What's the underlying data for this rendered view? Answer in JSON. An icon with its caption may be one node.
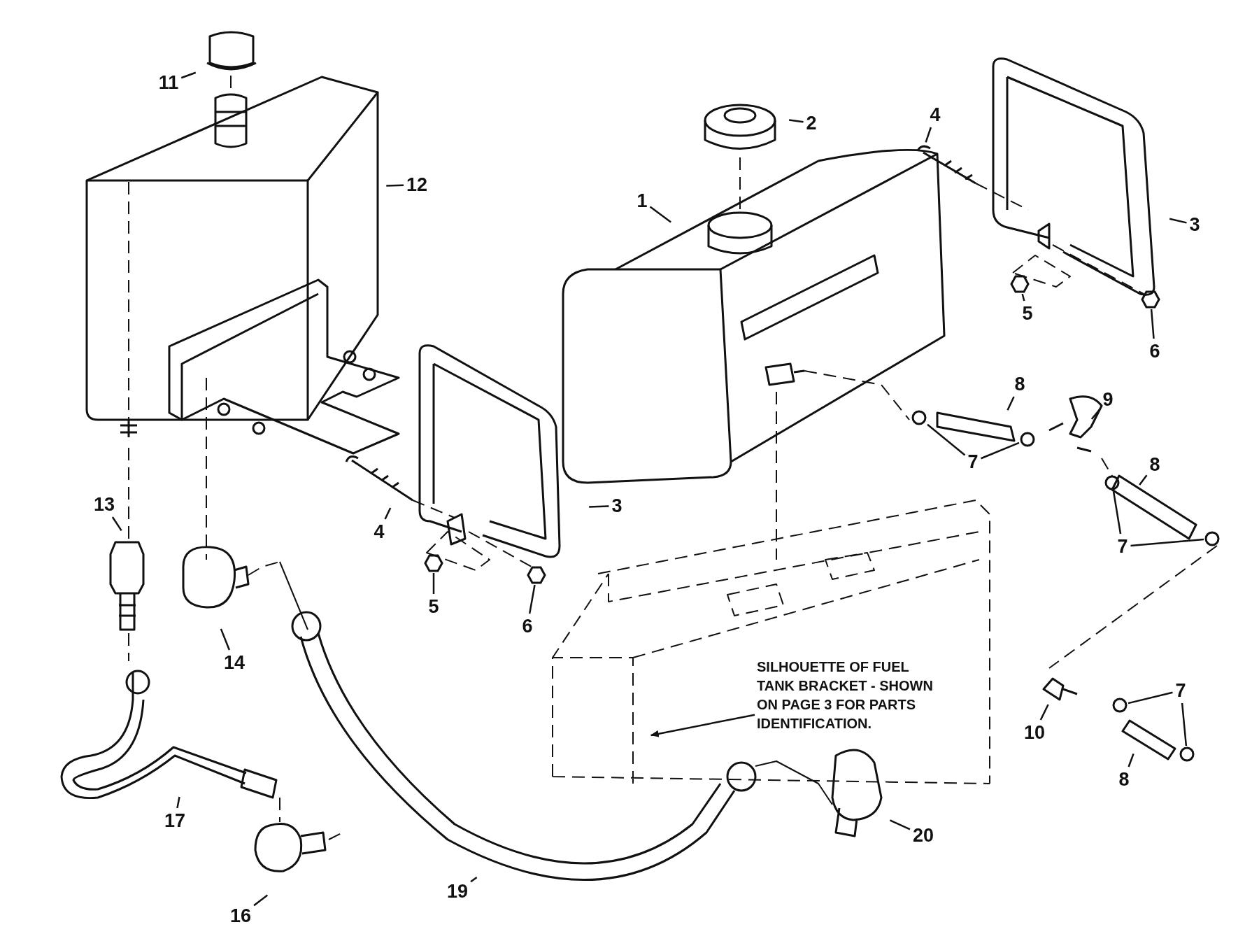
{
  "diagram": {
    "nodes": [
      {
        "text": [
          "11"
        ]
      },
      {
        "text": [
          "2"
        ]
      },
      {
        "text": [
          "4"
        ]
      },
      {
        "text": [
          "12"
        ]
      },
      {
        "text": [
          "1"
        ]
      },
      {
        "text": [
          "3"
        ]
      },
      {
        "text": [
          "5"
        ]
      },
      {
        "text": [
          "6"
        ]
      },
      {
        "text": [
          "8"
        ]
      },
      {
        "text": [
          "9"
        ]
      },
      {
        "text": [
          "7"
        ]
      },
      {
        "text": [
          "8"
        ]
      },
      {
        "text": [
          "7"
        ]
      },
      {
        "text": [
          "13"
        ]
      },
      {
        "text": [
          "4"
        ]
      },
      {
        "text": [
          "3"
        ]
      },
      {
        "text": [
          "5"
        ]
      },
      {
        "text": [
          "14"
        ]
      },
      {
        "text": [
          "6"
        ]
      },
      {
        "text": [
          "SILHOUETTE OF FUEL TANK BRACKET - SHOWN ON PAGE 3 FOR PARTS IDENTIFICATION."
        ]
      },
      {
        "text": [
          "10"
        ]
      },
      {
        "text": [
          "7"
        ]
      },
      {
        "text": [
          "8"
        ]
      },
      {
        "text": [
          "17"
        ]
      },
      {
        "text": [
          "20"
        ]
      },
      {
        "text": [
          "16"
        ]
      },
      {
        "text": [
          "19"
        ]
      },
      {
        "text": [],
        "shape": "hexagon"
      },
      {
        "text": [],
        "shape": "hexagon"
      },
      {
        "text": [],
        "shape": "circle"
      },
      {
        "text": [],
        "shape": "circle"
      },
      {
        "text": [],
        "shape": "circle"
      },
      {
        "text": [],
        "shape": "circle"
      },
      {
        "text": [],
        "shape": "hexagon"
      },
      {
        "text": [],
        "shape": "hexagon"
      },
      {
        "text": [],
        "shape": "circle"
      },
      {
        "text": [],
        "shape": "circle"
      }
    ],
    "edges": [
      {
        "from": 0,
        "to": null,
        "arrow": "none"
      },
      {
        "from": 1,
        "to": null,
        "arrow": "none"
      },
      {
        "from": 2,
        "to": null,
        "arrow": "none"
      },
      {
        "from": 3,
        "to": null,
        "arrow": "none"
      },
      {
        "from": 4,
        "to": null,
        "arrow": "none"
      },
      {
        "from": 5,
        "to": null,
        "arrow": "none"
      },
      {
        "from": 6,
        "to": 27,
        "arrow": "none"
      },
      {
        "from": 7,
        "to": 28,
        "arrow": "none"
      },
      {
        "from": 8,
        "to": null,
        "arrow": "none"
      },
      {
        "from": 9,
        "to": null,
        "arrow": "none"
      },
      {
        "from": 10,
        "to": 29,
        "arrow": "none"
      },
      {
        "from": 10,
        "to": 30,
        "arrow": "none"
      },
      {
        "from": 11,
        "to": null,
        "arrow": "none"
      },
      {
        "from": 12,
        "to": 31,
        "arrow": "none"
      },
      {
        "from": 12,
        "to": 32,
        "arrow": "none"
      },
      {
        "from": 13,
        "to": null,
        "arrow": "none"
      },
      {
        "from": 14,
        "to": null,
        "arrow": "none"
      },
      {
        "from": 15,
        "to": null,
        "arrow": "none"
      },
      {
        "from": 16,
        "to": 33,
        "arrow": "none"
      },
      {
        "from": 17,
        "to": null,
        "arrow": "none"
      },
      {
        "from": 18,
        "to": 34,
        "arrow": "none"
      },
      {
        "from": 19,
        "to": null,
        "arrow": "to"
      },
      {
        "from": 20,
        "to": null,
        "arrow": "none"
      },
      {
        "from": 21,
        "to": 35,
        "arrow": "none"
      },
      {
        "from": 21,
        "to": 36,
        "arrow": "none"
      },
      {
        "from": 22,
        "to": null,
        "arrow": "none"
      },
      {
        "from": 23,
        "to": null,
        "arrow": "none"
      },
      {
        "from": 24,
        "to": null,
        "arrow": "none"
      },
      {
        "from": 25,
        "to": null,
        "arrow": "none"
      },
      {
        "from": 26,
        "to": null,
        "arrow": "none"
      }
    ]
  }
}
